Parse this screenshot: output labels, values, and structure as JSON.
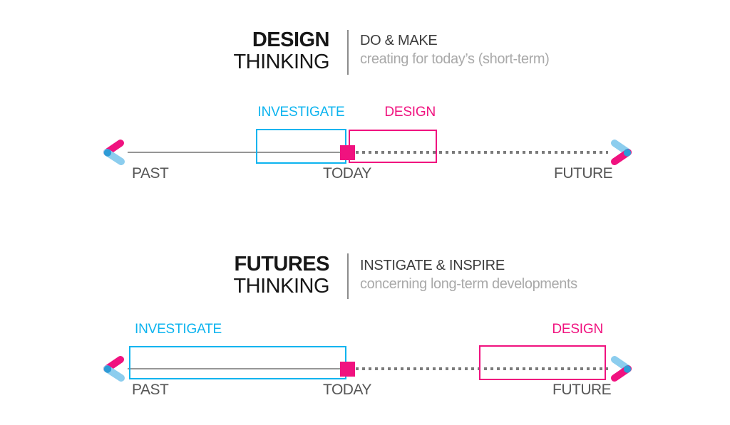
{
  "colors": {
    "cyan": "#0db4ef",
    "magenta": "#f0127f",
    "arrow_light_blue": "#8ccdee",
    "arrow_dark_blue": "#2e9bd6",
    "dot_gray": "#7b7b7b",
    "line_gray": "#969696",
    "heading_black": "#171717",
    "tagline_gray": "#3d3d3d",
    "subtitle_gray": "#a9a9a9",
    "axis_label_gray": "#565656"
  },
  "sections": [
    {
      "id": "design-thinking",
      "header": {
        "title_line1": "DESIGN",
        "title_line2": "THINKING",
        "tagline": "DO & MAKE",
        "subtitle": "creating for today’s (short-term)"
      },
      "timeline": {
        "past_label": "PAST",
        "today_label": "TODAY",
        "future_label": "FUTURE",
        "investigate_label": "INVESTIGATE",
        "design_label": "DESIGN"
      }
    },
    {
      "id": "futures-thinking",
      "header": {
        "title_line1": "FUTURES",
        "title_line2": "THINKING",
        "tagline": "INSTIGATE & INSPIRE",
        "subtitle": "concerning long-term developments"
      },
      "timeline": {
        "past_label": "PAST",
        "today_label": "TODAY",
        "future_label": "FUTURE",
        "investigate_label": "INVESTIGATE",
        "design_label": "DESIGN"
      }
    }
  ]
}
